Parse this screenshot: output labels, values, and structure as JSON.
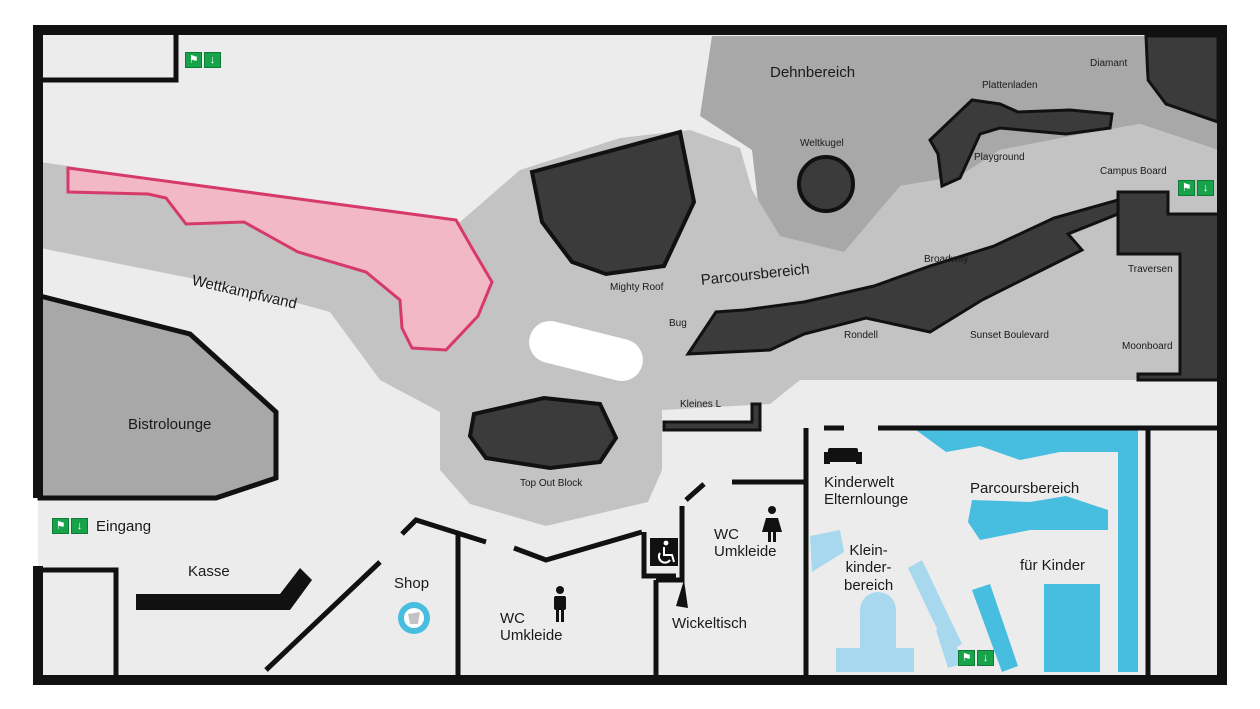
{
  "colors": {
    "wall": "#111111",
    "floor": "#ececec",
    "zone_medium": "#c3c3c3",
    "zone_dark": "#a8a8a8",
    "boulder": "#3b3b3b",
    "competition_wall": "#f2b8c6",
    "competition_wall_border": "#d63a6a",
    "kids_blue": "#47bde0",
    "kids_light_blue": "#a8d8ee",
    "exit_sign": "#16a34a"
  },
  "icons": {
    "emergency_exit": "emergency-exit-icon",
    "arrow_down": "arrow-down-icon",
    "male": "male-toilet-icon",
    "female": "female-toilet-icon",
    "wheelchair": "wheelchair-icon",
    "sofa": "sofa-icon",
    "shop_globe": "shop-globe-icon"
  },
  "labels": {
    "dehnbereich": "Dehnbereich",
    "plattenladen": "Plattenladen",
    "diamant": "Diamant",
    "weltkugel": "Weltkugel",
    "playground": "Playground",
    "campus_board": "Campus Board",
    "wettkampfwand": "Wettkampfwand",
    "mighty_roof": "Mighty Roof",
    "parcoursbereich": "Parcoursbereich",
    "broadway": "Broadway",
    "traversen": "Traversen",
    "bug": "Bug",
    "rondell": "Rondell",
    "sunset_boulevard": "Sunset Boulevard",
    "moonboard": "Moonboard",
    "bistrolounge": "Bistrolounge",
    "kleines_l": "Kleines L",
    "top_out_block": "Top Out Block",
    "eingang": "Eingang",
    "kasse": "Kasse",
    "shop": "Shop",
    "wc_umkleide_men": [
      "WC",
      "Umkleide"
    ],
    "wc_umkleide_women": [
      "WC",
      "Umkleide"
    ],
    "wickeltisch": "Wickeltisch",
    "kinderwelt": [
      "Kinderwelt",
      "Elternlounge"
    ],
    "kleinkinderbereich": [
      "Klein-",
      "kinder-",
      "bereich"
    ],
    "parcours_kids": "Parcoursbereich",
    "fuer_kinder": "für Kinder"
  }
}
